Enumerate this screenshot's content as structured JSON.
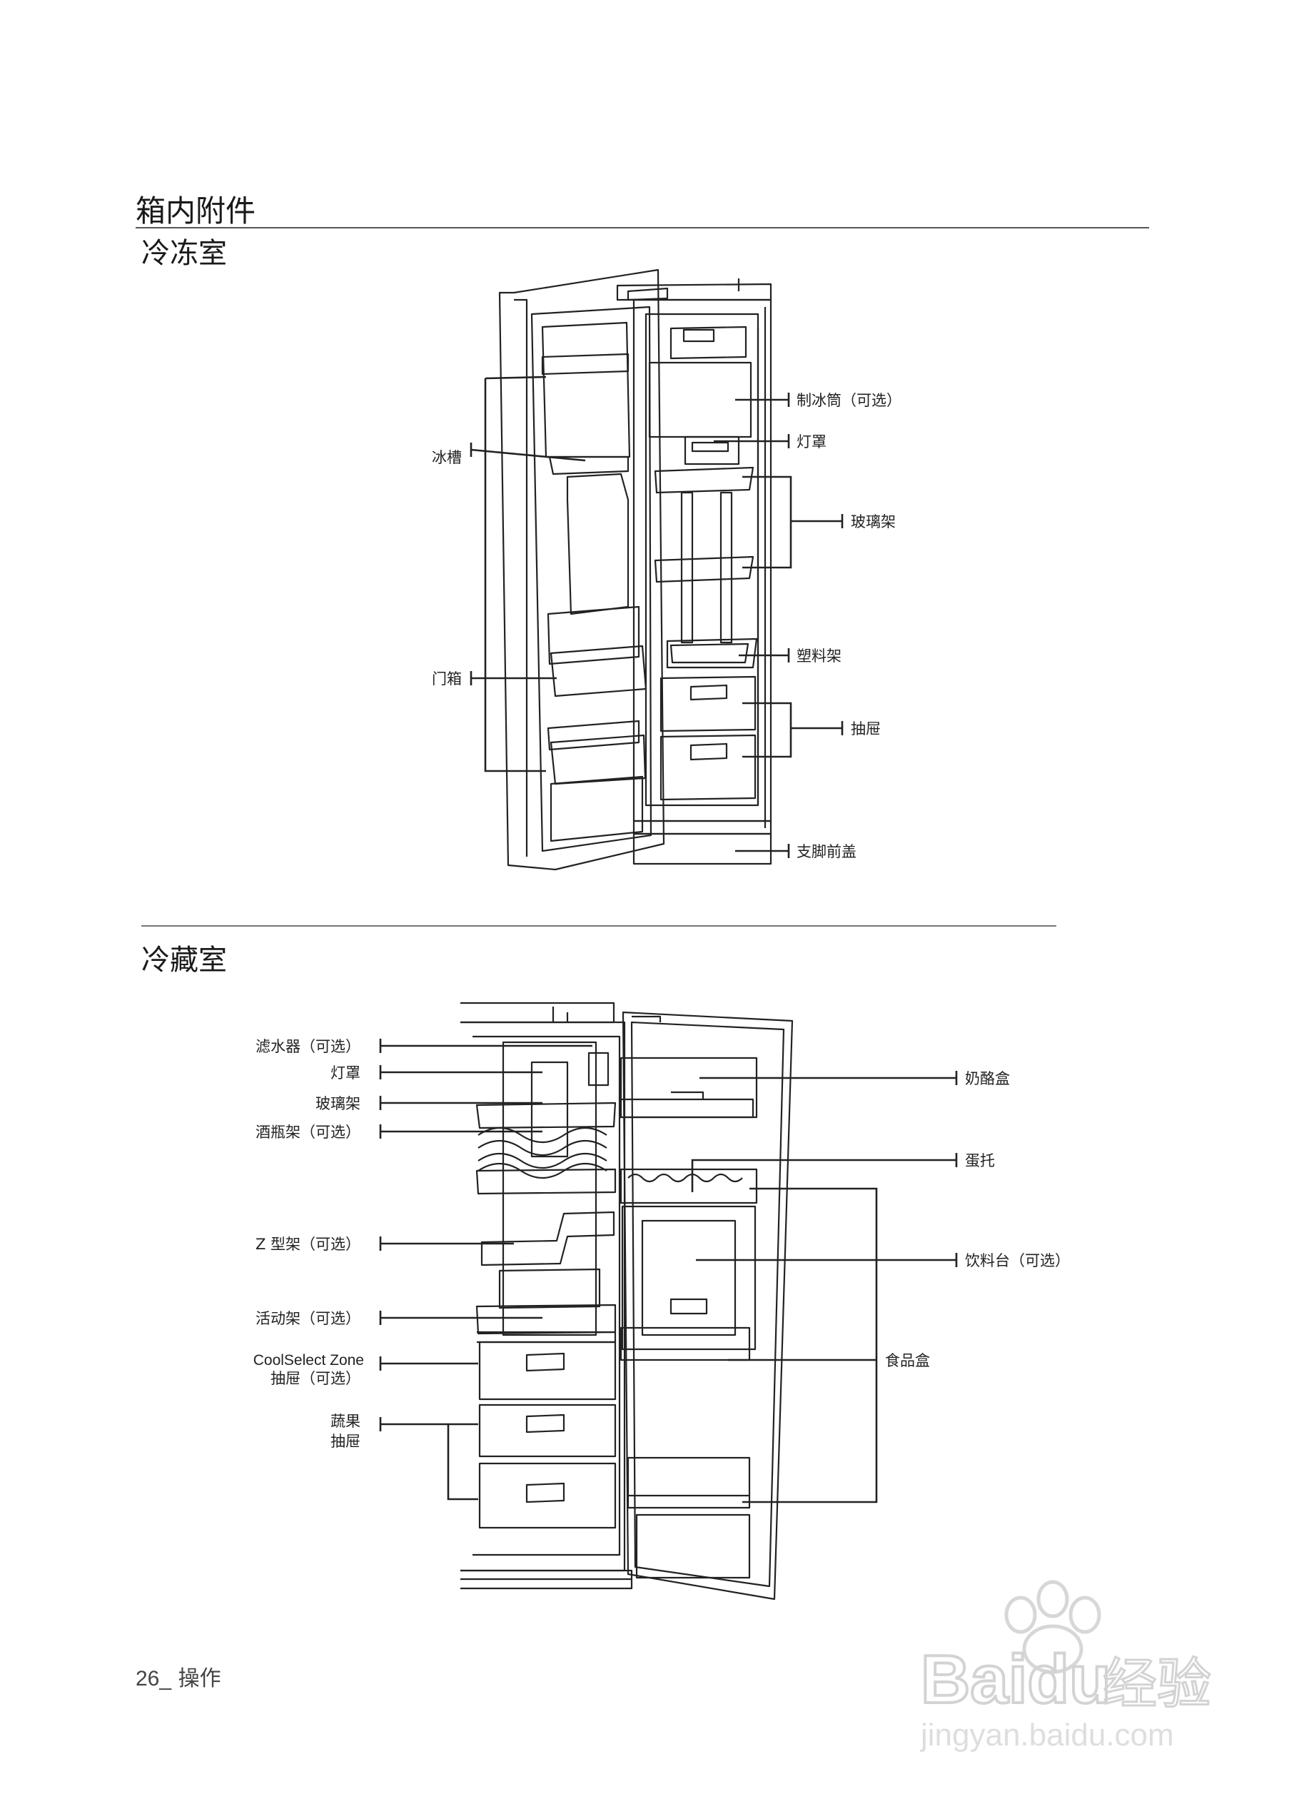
{
  "page": {
    "section_title": "箱内附件",
    "freezer_title": "冷冻室",
    "fridge_title": "冷藏室",
    "footer_number": "26_",
    "footer_text": "操作"
  },
  "freezer_labels": {
    "ice_bucket": "冰槽",
    "door_bin": "门箱",
    "icemaker": "制冰筒（可选）",
    "lamp_cover": "灯罩",
    "glass_shelf": "玻璃架",
    "plastic_shelf": "塑料架",
    "drawer": "抽屉",
    "leg_cover": "支脚前盖"
  },
  "fridge_labels": {
    "water_filter": "滤水器（可选）",
    "lamp_cover": "灯罩",
    "glass_shelf": "玻璃架",
    "wine_rack": "酒瓶架（可选）",
    "z_shelf": "Z 型架（可选）",
    "sliding_shelf": "活动架（可选）",
    "coolselect_line1": "CoolSelect Zone",
    "coolselect_line2": "抽屉（可选）",
    "veg_line1": "蔬果",
    "veg_line2": "抽屉",
    "dairy": "奶酪盒",
    "egg": "蛋托",
    "drink": "饮料台（可选）",
    "food_bin": "食品盒"
  },
  "watermark": {
    "brand": "Baidu",
    "suffix": "经验",
    "url": "jingyan.baidu.com"
  }
}
